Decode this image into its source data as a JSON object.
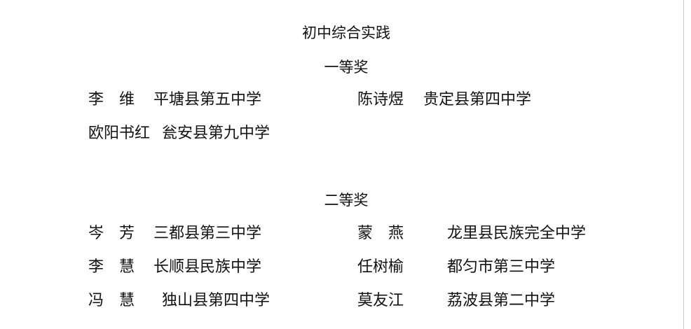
{
  "category_title": "初中综合实践",
  "first_prize": {
    "title": "一等奖",
    "entries": [
      {
        "name": "李　维",
        "school": "平塘县第五中学"
      },
      {
        "name": "陈诗煜",
        "school": "贵定县第四中学"
      },
      {
        "name": "欧阳书红",
        "school": "瓮安县第九中学"
      }
    ]
  },
  "second_prize": {
    "title": "二等奖",
    "entries": [
      {
        "name": "岑　芳",
        "school": "三都县第三中学"
      },
      {
        "name": "蒙　燕",
        "school": "龙里县民族完全中学"
      },
      {
        "name": "李　慧",
        "school": "长顺县民族中学"
      },
      {
        "name": "任树榆",
        "school": "都匀市第三中学"
      },
      {
        "name": "冯　慧",
        "school": "独山县第四中学"
      },
      {
        "name": "莫友江",
        "school": "荔波县第二中学"
      }
    ]
  }
}
